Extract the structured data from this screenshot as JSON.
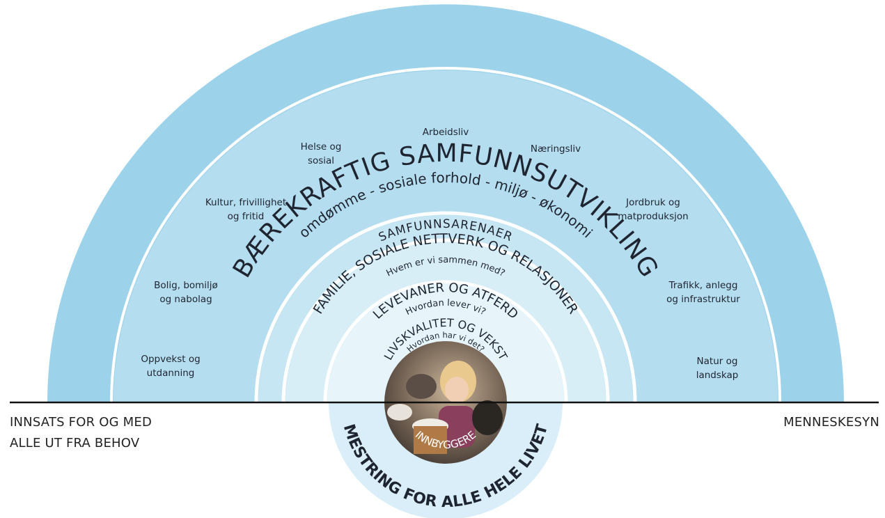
{
  "rings": {
    "outer": {
      "title": "BÆREKRAFTIG SAMFUNNSUTVIKLING",
      "subtitle": "omdømme - sosiale forhold - miljø - økonomi"
    },
    "arenas": {
      "title": "SAMFUNNSARENAER"
    },
    "family": {
      "title": "FAMILIE, SOSIALE NETTVERK OG RELASJONER",
      "subtitle": "Hvem er vi sammen med?"
    },
    "habits": {
      "title": "LEVEVANER OG ATFERD",
      "subtitle": "Hvordan lever vi?"
    },
    "quality": {
      "title": "LIVSKVALITET OG VEKST",
      "subtitle": "Hvordan har vi det?"
    },
    "core": {
      "label": "INNBYGGERE"
    },
    "bottom": {
      "title": "MESTRING FOR ALLE HELE LIVET"
    }
  },
  "arenas": [
    {
      "lines": [
        "Oppvekst og",
        "utdanning"
      ]
    },
    {
      "lines": [
        "Bolig, bomiljø",
        "og nabolag"
      ]
    },
    {
      "lines": [
        "Kultur, frivillighet",
        "og fritid"
      ]
    },
    {
      "lines": [
        "Helse og",
        "sosial"
      ]
    },
    {
      "lines": [
        "Arbeidsliv"
      ]
    },
    {
      "lines": [
        "Næringsliv"
      ]
    },
    {
      "lines": [
        "Jordbruk og",
        "matproduksjon"
      ]
    },
    {
      "lines": [
        "Trafikk, anlegg",
        "og infrastruktur"
      ]
    },
    {
      "lines": [
        "Natur og",
        "landskap"
      ]
    }
  ],
  "corners": {
    "left_line1": "INNSATS FOR OG MED",
    "left_line2": "ALLE UT FRA BEHOV",
    "right": "MENNESKESYN"
  },
  "colors": {
    "outer": "#9dd3ea",
    "arenas": "#b4ddef",
    "family": "#c7e6f3",
    "habits": "#d8eef7",
    "quality": "#e7f5fb",
    "bottom_circle": "#d9eef8",
    "text": "#1f2530",
    "baseline": "#111111"
  }
}
